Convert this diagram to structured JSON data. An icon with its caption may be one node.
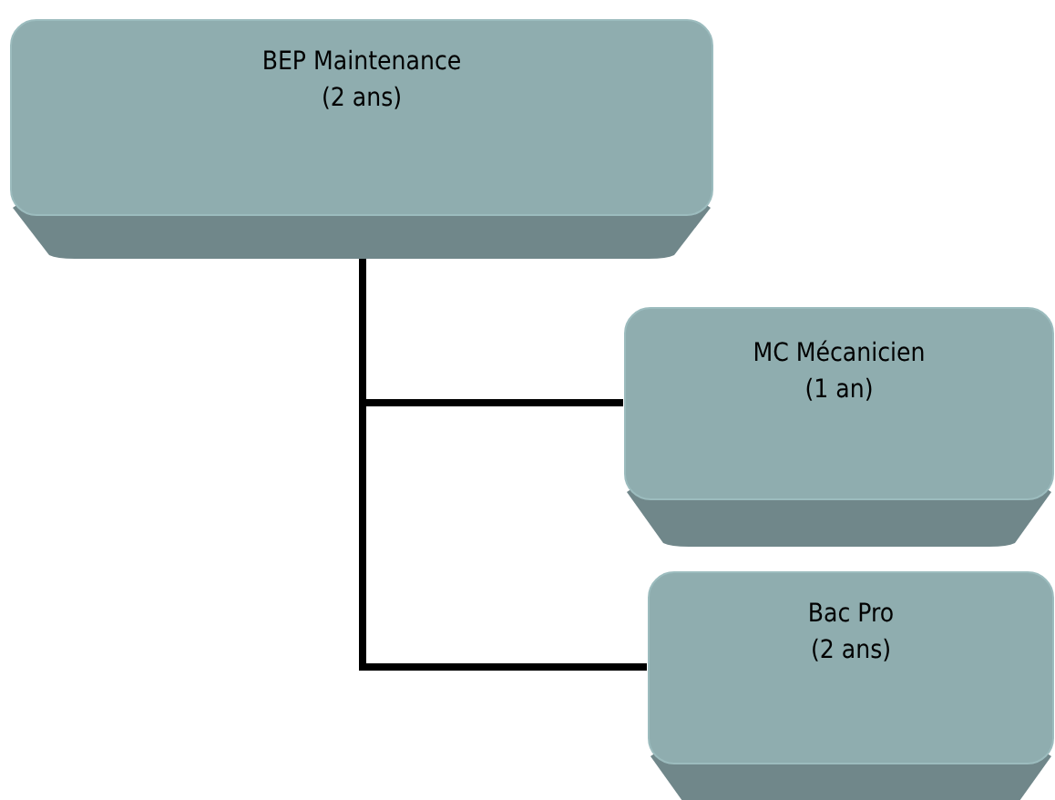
{
  "diagram": {
    "nodes": [
      {
        "text": [
          "BEP Maintenance",
          "(2 ans)"
        ]
      },
      {
        "text": [
          "MC Mécanicien",
          "(1 an)"
        ]
      },
      {
        "text": [
          "Bac Pro",
          "(2 ans)"
        ]
      }
    ],
    "edges": [
      {
        "from": 0,
        "to": 1,
        "arrow": "none"
      },
      {
        "from": 0,
        "to": 2,
        "arrow": "none"
      }
    ]
  }
}
